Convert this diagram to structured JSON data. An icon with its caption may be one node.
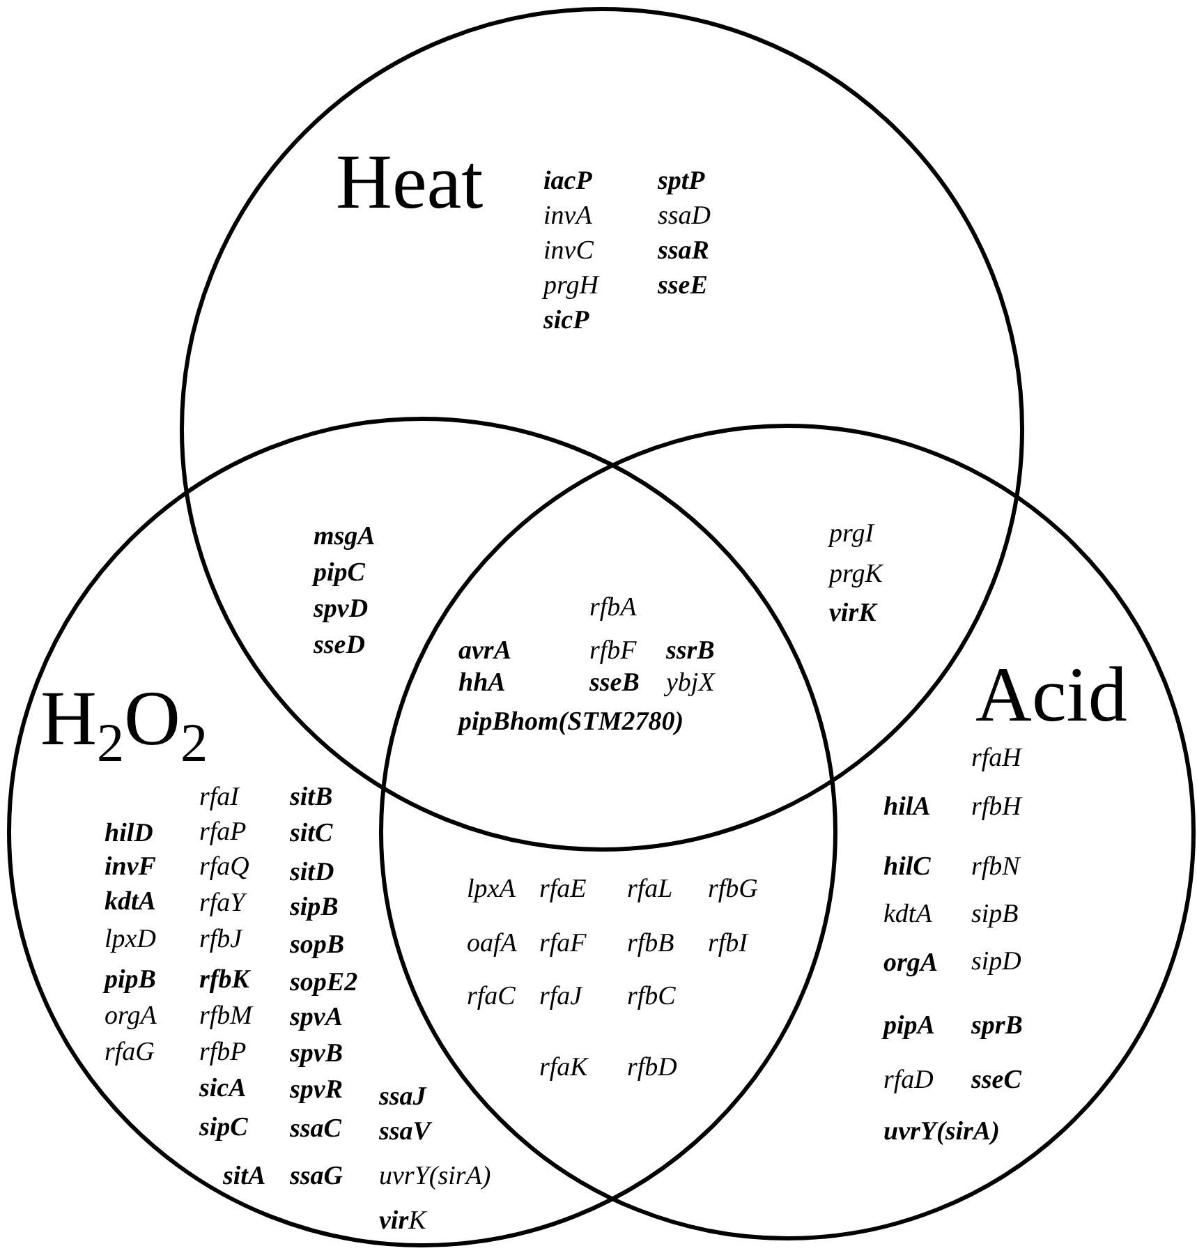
{
  "diagram": {
    "nodes": [
      {
        "text": [
          "Heat"
        ]
      },
      {
        "text": [
          "H$_{2}$O$_{2}$"
        ]
      },
      {
        "text": [
          "Acid"
        ]
      }
    ],
    "labels": [
      "iacP",
      "sptP",
      "invA",
      "ssaD",
      "invC",
      "ssaR",
      "prgH",
      "sseE",
      "sicP",
      "msgA",
      "prgI",
      "pipC",
      "prgK",
      "spvD",
      "rfbA",
      "virK",
      "sseD",
      "avrA",
      "rfbF",
      "ssrB",
      "hhA",
      "sseB",
      "ybjX",
      "pipBhom(STM2780)",
      "rfaI",
      "sitB",
      "hilD",
      "rfaP",
      "sitC",
      "invF",
      "rfaQ",
      "sitD",
      "kdtA",
      "rfaY",
      "sipB",
      "lpxD",
      "rfbJ",
      "sopB",
      "pipB",
      "rfbK",
      "sopE2",
      "orgA",
      "rfbM",
      "spvA",
      "rfaG",
      "rfbP",
      "spvB",
      "sicA",
      "spvR",
      "ssaJ",
      "sipC",
      "ssaC",
      "ssaV",
      "sitA",
      "ssaG",
      "uvrY(sirA)",
      "**vir**K",
      "lpxA",
      "rfaE",
      "rfaL",
      "rfbG",
      "oafA",
      "rfaF",
      "rfbB",
      "rfbI",
      "rfaC",
      "rfaJ",
      "rfbC",
      "rfaK",
      "rfbD",
      "rfaH",
      "hilA",
      "rfbH",
      "hilC",
      "rfbN",
      "kdtA",
      "sipB",
      "orgA",
      "sipD",
      "pipA",
      "sprB",
      "rfaD",
      "sseC",
      "uvrY(sirA)"
    ]
  }
}
